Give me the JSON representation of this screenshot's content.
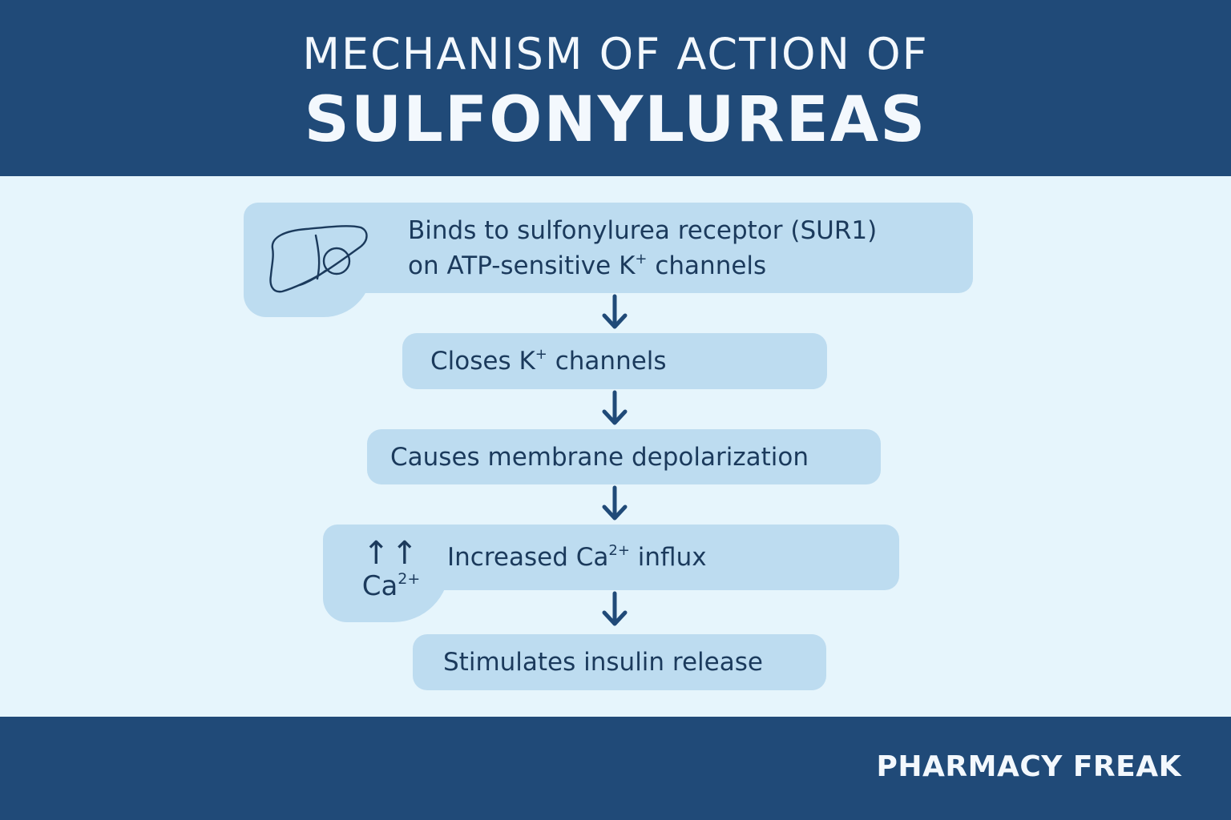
{
  "header": {
    "title_line1": "MECHANISM OF ACTION OF",
    "title_line2": "SULFONYLUREAS"
  },
  "steps": [
    {
      "line1": "Binds to sulfonylurea receptor (SUR1)",
      "line2_before": "on ATP-sensitive K",
      "line2_sup": "+",
      "line2_after": " channels",
      "icon": "liver-icon"
    },
    {
      "before": "Closes K",
      "sup": "+",
      "after": " channels"
    },
    {
      "text": "Causes membrane depolarization"
    },
    {
      "before": "Increased Ca",
      "sup": "2+",
      "after": " influx",
      "icon": "calcium-up-icon",
      "icon_arrows": "↑↑",
      "icon_label": "Ca",
      "icon_sup": "2+"
    },
    {
      "text": "Stimulates insulin release"
    }
  ],
  "footer": {
    "brand": "PHARMACY FREAK"
  },
  "colors": {
    "banner": "#204a78",
    "background": "#e6f5fc",
    "box": "#bddcf0",
    "text": "#1b3a5c"
  }
}
